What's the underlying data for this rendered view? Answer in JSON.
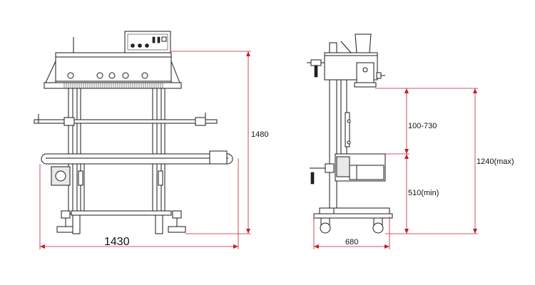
{
  "dimensions": {
    "front_width": "1430",
    "front_height": "1480",
    "side_width": "680",
    "upper_range": "100-730",
    "lower_min": "510(min)",
    "total_max": "1240(max)"
  },
  "colors": {
    "outline": "#1a1a1a",
    "dimension_line": "#c0202e",
    "background": "#ffffff"
  }
}
